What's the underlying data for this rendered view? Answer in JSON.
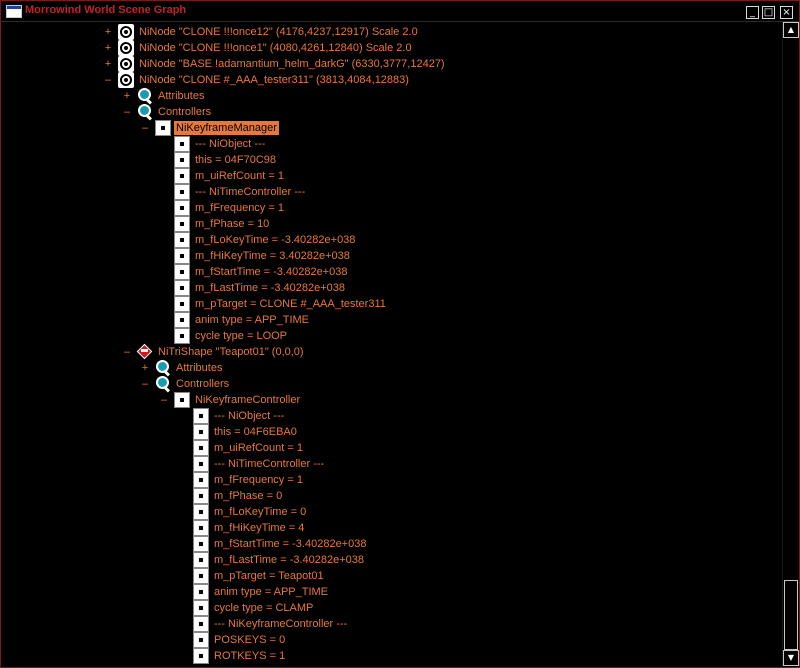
{
  "window": {
    "title": "Morrowind World Scene Graph",
    "minimize_glyph": "_",
    "maximize_glyph": "□",
    "close_glyph": "×"
  },
  "scrollbar": {
    "up_glyph": "▲",
    "down_glyph": "▼"
  },
  "tree": [
    {
      "level": 0,
      "expander": "+",
      "icon": "node-icon",
      "text": "NiNode \"CLONE !!!once12\" (4176,4237,12917) Scale 2.0"
    },
    {
      "level": 0,
      "expander": "+",
      "icon": "node-icon",
      "text": "NiNode \"CLONE !!!once1\" (4080,4261,12840) Scale 2.0"
    },
    {
      "level": 0,
      "expander": "+",
      "icon": "node-icon",
      "text": "NiNode \"BASE !adamantium_helm_darkG\" (6330,3777,12427)"
    },
    {
      "level": 0,
      "expander": "–",
      "icon": "node-icon",
      "text": "NiNode \"CLONE #_AAA_tester311\" (3813,4084,12883)"
    },
    {
      "level": 1,
      "expander": "+",
      "icon": "magnify-icon",
      "text": "Attributes"
    },
    {
      "level": 1,
      "expander": "–",
      "icon": "magnify-icon",
      "text": "Controllers"
    },
    {
      "level": 2,
      "expander": "–",
      "icon": "leaf-icon",
      "text": "NiKeyframeManager",
      "selected": true
    },
    {
      "level": 3,
      "expander": "",
      "icon": "leaf-icon",
      "text": "--- NiObject ---"
    },
    {
      "level": 3,
      "expander": "",
      "icon": "leaf-icon",
      "text": "this = 04F70C98"
    },
    {
      "level": 3,
      "expander": "",
      "icon": "leaf-icon",
      "text": "m_uiRefCount = 1"
    },
    {
      "level": 3,
      "expander": "",
      "icon": "leaf-icon",
      "text": "--- NiTimeController ---"
    },
    {
      "level": 3,
      "expander": "",
      "icon": "leaf-icon",
      "text": "m_fFrequency = 1"
    },
    {
      "level": 3,
      "expander": "",
      "icon": "leaf-icon",
      "text": "m_fPhase = 10"
    },
    {
      "level": 3,
      "expander": "",
      "icon": "leaf-icon",
      "text": "m_fLoKeyTime = -3.40282e+038"
    },
    {
      "level": 3,
      "expander": "",
      "icon": "leaf-icon",
      "text": "m_fHiKeyTime = 3.40282e+038"
    },
    {
      "level": 3,
      "expander": "",
      "icon": "leaf-icon",
      "text": "m_fStartTime = -3.40282e+038"
    },
    {
      "level": 3,
      "expander": "",
      "icon": "leaf-icon",
      "text": "m_fLastTime = -3.40282e+038"
    },
    {
      "level": 3,
      "expander": "",
      "icon": "leaf-icon",
      "text": "m_pTarget = CLONE #_AAA_tester311"
    },
    {
      "level": 3,
      "expander": "",
      "icon": "leaf-icon",
      "text": "anim type = APP_TIME"
    },
    {
      "level": 3,
      "expander": "",
      "icon": "leaf-icon",
      "text": "cycle type = LOOP"
    },
    {
      "level": 1,
      "expander": "–",
      "icon": "trishape-icon",
      "text": "NiTriShape \"Teapot01\" (0,0,0)"
    },
    {
      "level": 2,
      "expander": "+",
      "icon": "magnify-icon",
      "text": "Attributes"
    },
    {
      "level": 2,
      "expander": "–",
      "icon": "magnify-icon",
      "text": "Controllers"
    },
    {
      "level": 3,
      "expander": "–",
      "icon": "leaf-icon",
      "text": "NiKeyframeController"
    },
    {
      "level": 4,
      "expander": "",
      "icon": "leaf-icon",
      "text": "--- NiObject ---"
    },
    {
      "level": 4,
      "expander": "",
      "icon": "leaf-icon",
      "text": "this = 04F6EBA0"
    },
    {
      "level": 4,
      "expander": "",
      "icon": "leaf-icon",
      "text": "m_uiRefCount = 1"
    },
    {
      "level": 4,
      "expander": "",
      "icon": "leaf-icon",
      "text": "--- NiTimeController ---"
    },
    {
      "level": 4,
      "expander": "",
      "icon": "leaf-icon",
      "text": "m_fFrequency = 1"
    },
    {
      "level": 4,
      "expander": "",
      "icon": "leaf-icon",
      "text": "m_fPhase = 0"
    },
    {
      "level": 4,
      "expander": "",
      "icon": "leaf-icon",
      "text": "m_fLoKeyTime = 0"
    },
    {
      "level": 4,
      "expander": "",
      "icon": "leaf-icon",
      "text": "m_fHiKeyTime = 4"
    },
    {
      "level": 4,
      "expander": "",
      "icon": "leaf-icon",
      "text": "m_fStartTime = -3.40282e+038"
    },
    {
      "level": 4,
      "expander": "",
      "icon": "leaf-icon",
      "text": "m_fLastTime = -3.40282e+038"
    },
    {
      "level": 4,
      "expander": "",
      "icon": "leaf-icon",
      "text": "m_pTarget = Teapot01"
    },
    {
      "level": 4,
      "expander": "",
      "icon": "leaf-icon",
      "text": "anim type = APP_TIME"
    },
    {
      "level": 4,
      "expander": "",
      "icon": "leaf-icon",
      "text": "cycle type = CLAMP"
    },
    {
      "level": 4,
      "expander": "",
      "icon": "leaf-icon",
      "text": "--- NiKeyframeController ---"
    },
    {
      "level": 4,
      "expander": "",
      "icon": "leaf-icon",
      "text": "POSKEYS = 0"
    },
    {
      "level": 4,
      "expander": "",
      "icon": "leaf-icon",
      "text": "ROTKEYS = 1"
    }
  ],
  "colors": {
    "text": "#e6783c",
    "title": "#c0242a",
    "background": "#000000"
  }
}
